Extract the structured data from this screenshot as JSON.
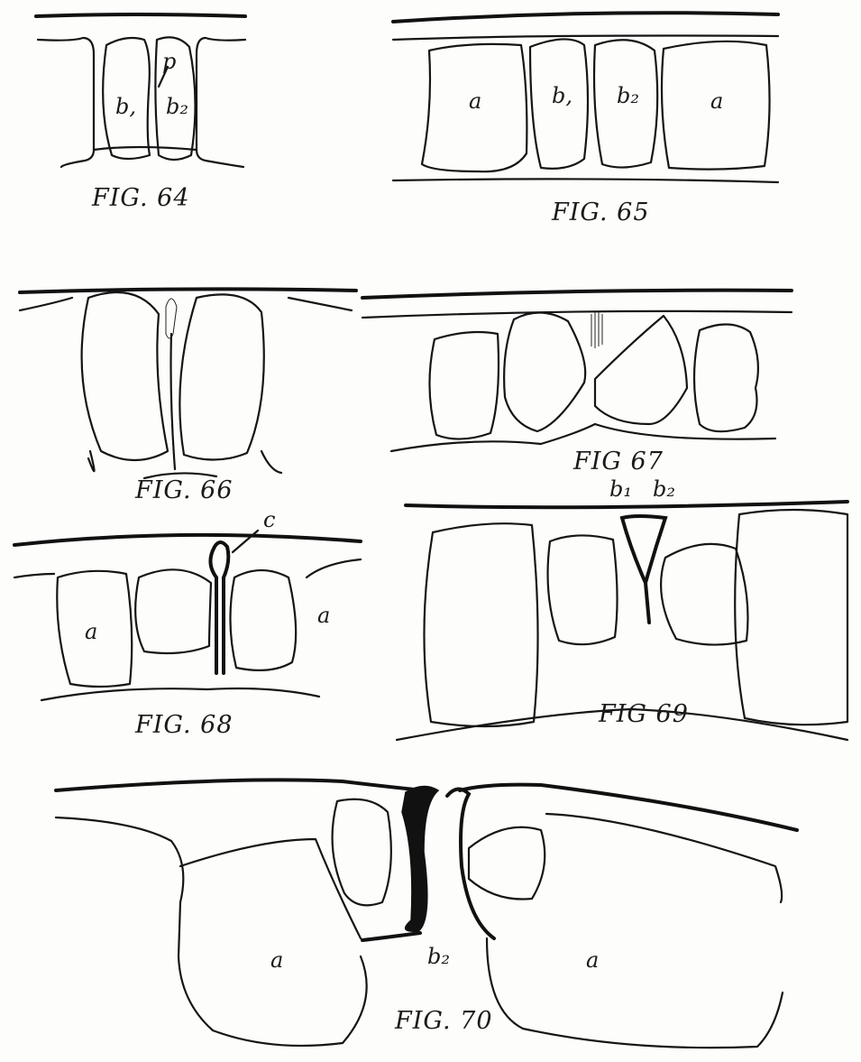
{
  "figures": [
    {
      "caption": "FIG. 64",
      "labels": {
        "b1": "b,",
        "b2": "b₂",
        "p": "p"
      }
    },
    {
      "caption": "FIG. 65",
      "labels": {
        "a_left": "a",
        "b1": "b,",
        "b2": "b₂",
        "a_right": "a"
      }
    },
    {
      "caption": "FIG. 66",
      "labels": {}
    },
    {
      "caption": "FIG 67",
      "labels": {}
    },
    {
      "caption": "FIG. 68",
      "labels": {
        "a_left": "a",
        "c": "c",
        "a_right": "a"
      }
    },
    {
      "caption": "FIG 69",
      "labels": {
        "b1": "b₁",
        "b2": "b₂"
      }
    },
    {
      "caption": "FIG. 70",
      "labels": {
        "a_left": "a",
        "b2": "b₂",
        "a_right": "a"
      }
    }
  ]
}
